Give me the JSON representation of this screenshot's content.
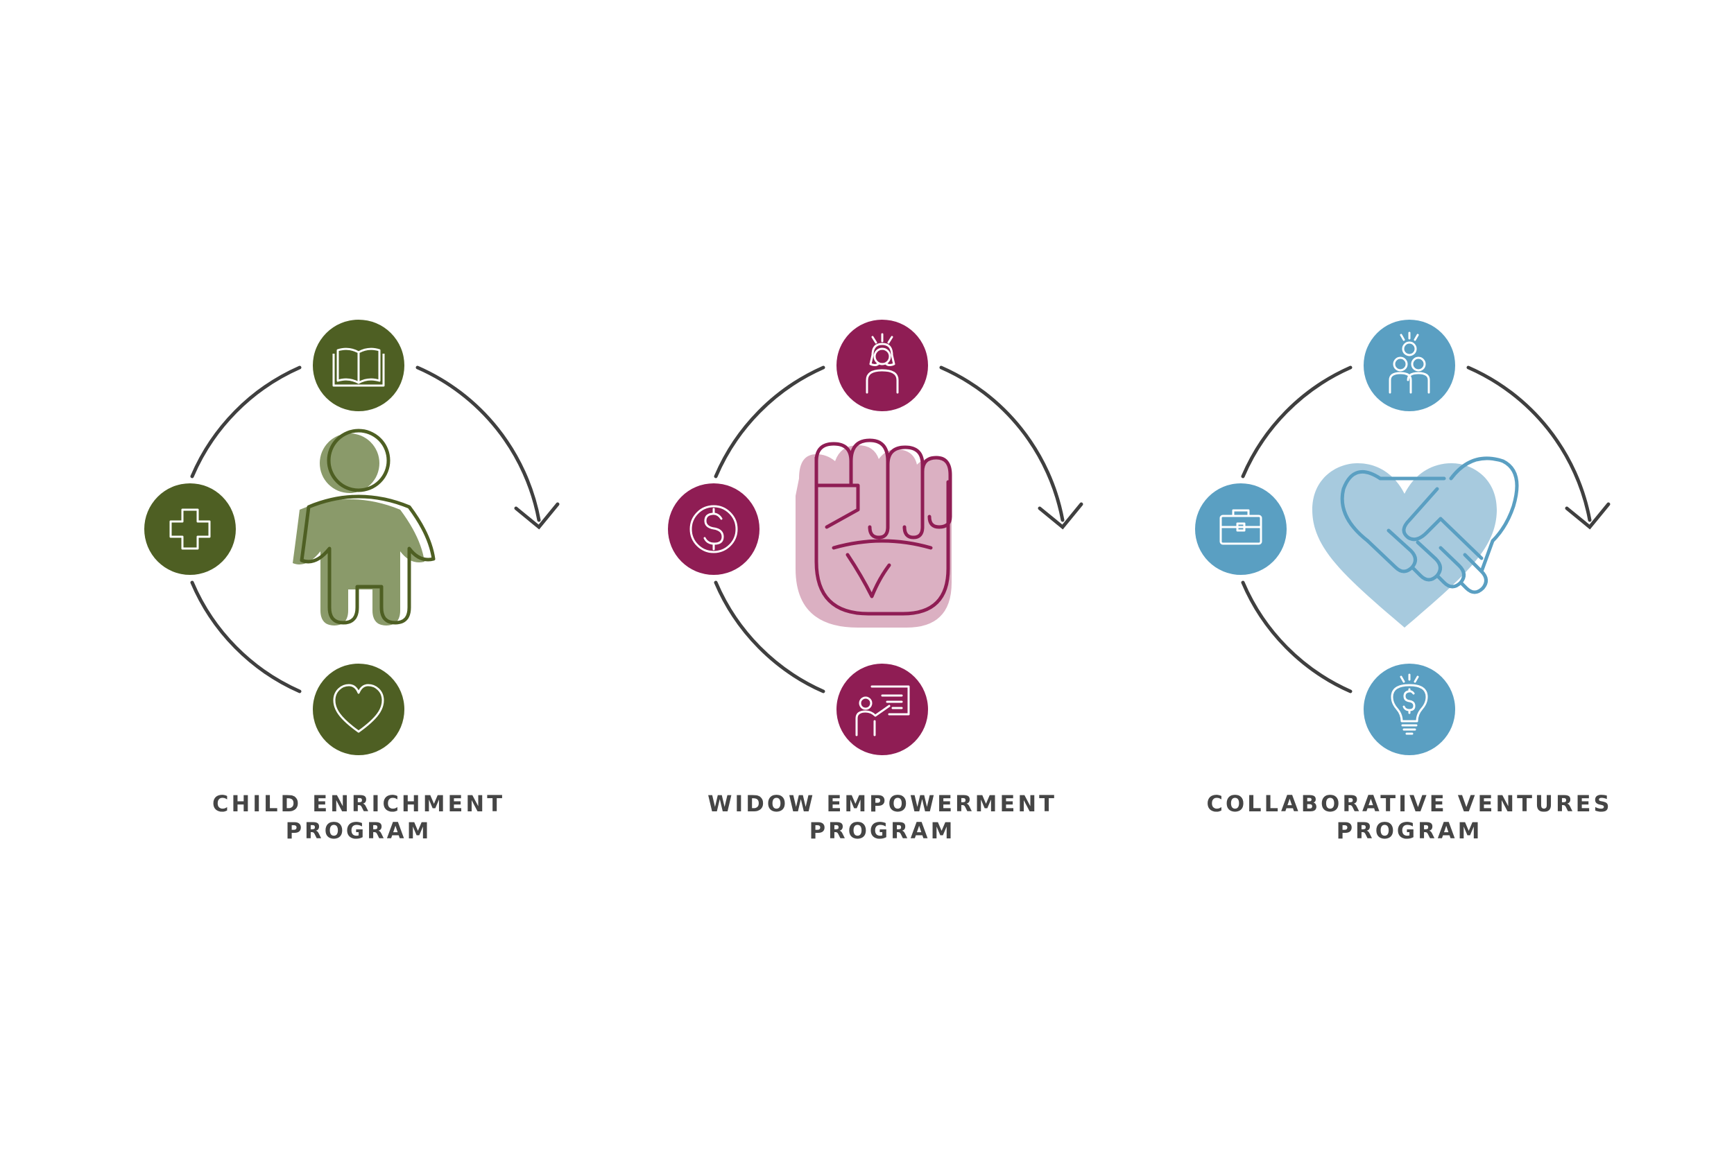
{
  "programs": [
    {
      "title_line1": "CHILD ENRICHMENT",
      "title_line2": "PROGRAM",
      "color": "#4e5f23",
      "center_icon": "child-figure-icon",
      "orbit_icons": [
        "open-book-icon",
        "medical-cross-icon",
        "heart-icon"
      ]
    },
    {
      "title_line1": "WIDOW EMPOWERMENT",
      "title_line2": "PROGRAM",
      "color": "#8f1d54",
      "center_icon": "raised-fist-icon",
      "orbit_icons": [
        "woman-icon",
        "dollar-coin-icon",
        "teacher-presentation-icon"
      ]
    },
    {
      "title_line1": "COLLABORATIVE VENTURES",
      "title_line2": "PROGRAM",
      "color": "#5a9fc2",
      "center_icon": "handshake-heart-icon",
      "orbit_icons": [
        "group-people-icon",
        "briefcase-icon",
        "dollar-lightbulb-icon"
      ]
    }
  ],
  "colors": {
    "arrow": "#3f3f3f",
    "background": "#ffffff"
  }
}
